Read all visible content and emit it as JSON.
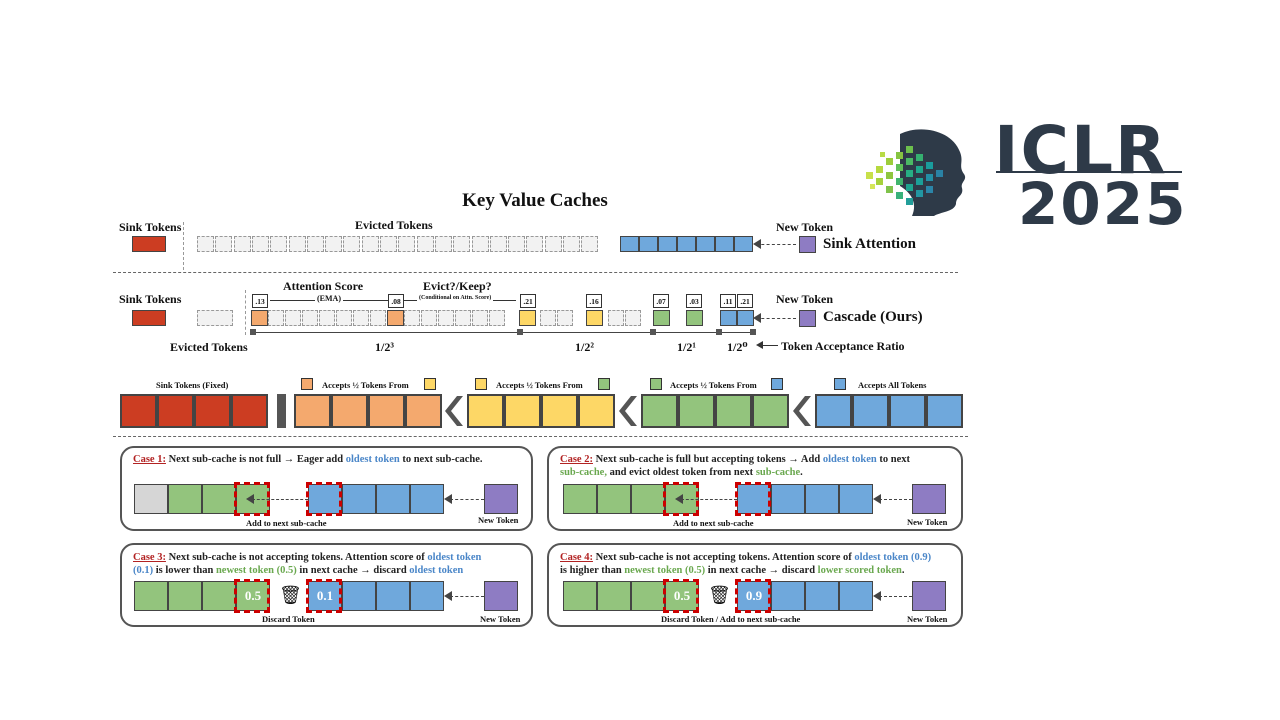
{
  "logo": {
    "line1": "ICLR",
    "line2": "2025"
  },
  "title": "Key Value Caches",
  "row1": {
    "sink_label": "Sink Tokens",
    "evicted_label": "Evicted Tokens",
    "new_token_label": "New Token",
    "method_label": "Sink Attention"
  },
  "row2": {
    "sink_label": "Sink Tokens",
    "evicted_label": "Evicted Tokens",
    "attention_label": "Attention Score",
    "ema_label": "(EMA)",
    "evict_label": "Evict?/Keep?",
    "conditional_label": "(Conditional on Attn. Score)",
    "new_token_label": "New Token",
    "method_label": "Cascade (Ours)",
    "scores": [
      ".13",
      ".08",
      ".21",
      ".16",
      ".07",
      ".03",
      ".11",
      ".21"
    ],
    "ratios": [
      "1/2³",
      "1/2²",
      "1/2¹",
      "1/2⁰"
    ],
    "ratio_label": "Token Acceptance Ratio"
  },
  "legend": {
    "sink_fixed": "Sink Tokens (Fixed)",
    "accepts_half_1": "Accepts ½ Tokens From",
    "accepts_half_2": "Accepts ½ Tokens From",
    "accepts_half_3": "Accepts ½ Tokens From",
    "accepts_all": "Accepts All Tokens"
  },
  "cases": {
    "c1": {
      "label": "Case 1:",
      "text_a": " Next sub-cache is not full → Eager add ",
      "text_b": "oldest token",
      "text_c": " to next sub-cache.",
      "caption": "Add to next sub-cache",
      "new_token": "New Token"
    },
    "c2": {
      "label": "Case 2:",
      "text_a": " Next sub-cache is full but accepting tokens → Add ",
      "text_b": "oldest token",
      "text_c": " to next",
      "text_d": "sub-cache,",
      "text_e": " and evict oldest token from next ",
      "text_f": "sub-cache",
      "text_g": ".",
      "caption": "Add to next sub-cache",
      "new_token": "New Token"
    },
    "c3": {
      "label": "Case 3:",
      "text_a": " Next sub-cache is not accepting tokens. Attention score of ",
      "text_b": "oldest token",
      "text_c": "(0.1)",
      "text_d": " is lower than ",
      "text_e": "newest token (0.5)",
      "text_f": " in next cache → discard ",
      "text_g": "oldest token",
      "val_green": "0.5",
      "val_blue": "0.1",
      "caption": "Discard Token",
      "new_token": "New Token"
    },
    "c4": {
      "label": "Case 4:",
      "text_a": " Next sub-cache is not accepting tokens. Attention score of ",
      "text_b": "oldest token (0.9)",
      "text_c": "is higher than ",
      "text_d": "newest token (0.5)",
      "text_e": " in next cache  → discard ",
      "text_f": "lower scored token",
      "text_g": ".",
      "val_green": "0.5",
      "val_blue": "0.9",
      "caption": "Discard Token  /  Add to next sub-cache",
      "new_token": "New Token"
    }
  },
  "colors": {
    "sink": "#cc3d22",
    "orange": "#f4a96e",
    "yellow": "#fdd766",
    "green": "#93c47d",
    "blue": "#6fa8dc",
    "purple": "#8e7cc3",
    "iclr_navy": "#2e3a48"
  }
}
